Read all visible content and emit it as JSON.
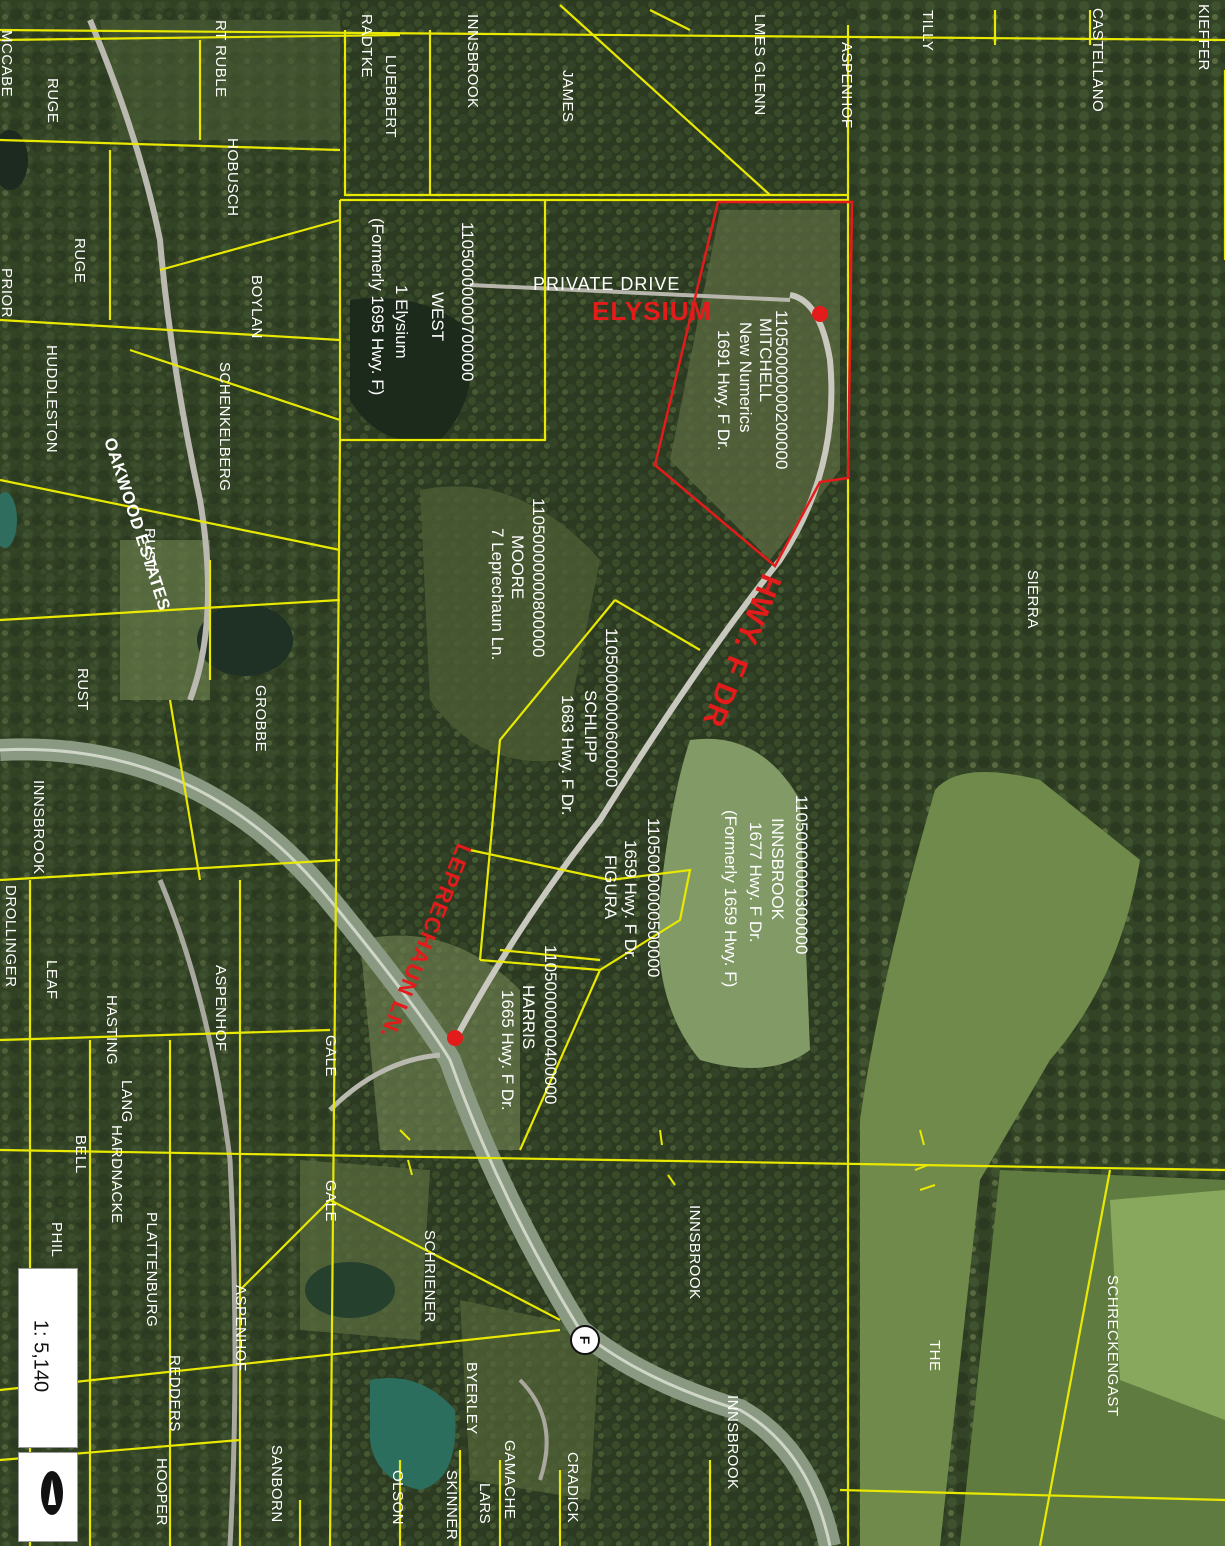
{
  "map": {
    "parcel_labels": {
      "mccabe": "MCCABE",
      "ruge1": "RUGE",
      "ruge2": "RUGE",
      "prior": "PRIOR",
      "huddleston": "HUDDLESTON",
      "oakwood": "OAKWOOD ESTATES",
      "rust1": "RUST",
      "rust2": "RUST",
      "innsbrook_left": "INNSBROOK",
      "drollinger": "DROLLINGER",
      "leaf": "LEAF",
      "hasting": "HASTING",
      "lang": "LANG",
      "hardnacke": "HARDNACKE",
      "bell": "BELL",
      "phil": "PHIL",
      "plattenburg": "PLATTENBURG",
      "redders": "REDDERS",
      "hooper": "HOOPER",
      "ruble": "RT RUBLE",
      "hobusch": "HOBUSCH",
      "boylan": "BOYLAN",
      "schenkelberg": "SCHENKELBERG",
      "grobbe": "GROBBE",
      "aspenhof_left": "ASPENHOF",
      "aspenhof_left2": "ASPENHOF",
      "sanborn": "SANBORN",
      "gale1": "GALE",
      "gale2": "GALE",
      "schriener": "SCHRIENER",
      "olson": "OLSON",
      "skinner": "SKINNER",
      "byerley": "BYERLEY",
      "lars": "LARS",
      "gamache": "GAMACHE",
      "cradick": "CRADICK",
      "radtke": "RADTKE",
      "luebbert": "LUEBBERT",
      "innsbrook_top": "INNSBROOK",
      "james": "JAMES",
      "glenn": "LMES GLENN",
      "aspenhof_top": "ASPENHOF",
      "tilly": "TILLY",
      "castellano": "CASTELLANO",
      "kieffer": "KIEFFER",
      "sierra": "SIERRA",
      "the": "THE",
      "schreckengast": "SCHRECKENGAST",
      "innsbrook_mid": "INNSBROOK",
      "innsbrook_bottom": "INNSBROOK"
    },
    "parcels": {
      "west": {
        "id": "11050000000700000",
        "owner": "WEST",
        "addr1": "1 Elysium",
        "addr2": "(Formerly 1695 Hwy. F)"
      },
      "mitchell": {
        "id": "11050000000200000",
        "owner": "MITCHELL",
        "addr1": "New Numerics",
        "addr2": "1691 Hwy. F Dr."
      },
      "moore": {
        "id": "11050000000800000",
        "owner": "MOORE",
        "addr1": "7 Leprechaun Ln."
      },
      "schlipp": {
        "id": "11050000000600000",
        "owner": "SCHLIPP",
        "addr1": "1683 Hwy. F Dr."
      },
      "figura": {
        "id": "11050000000500000",
        "owner": "FIGURA",
        "addr1": "1659 Hwy. F Dr."
      },
      "innsbrook": {
        "id": "11050000000300000",
        "owner": "INNSBROOK",
        "addr1": "1677 Hwy. F Dr.",
        "addr2": "(Formerly 1659 Hwy. F)"
      },
      "harris": {
        "id": "11050000000400000",
        "owner": "HARRIS",
        "addr1": "1665 Hwy. F Dr."
      }
    },
    "road_labels": {
      "private_drive": "PRIVATE DRIVE",
      "elysium": "ELYSIUM",
      "hwy_f_dr": "HWY. F DR",
      "leprechaun": "LEPRECHAUN LN.",
      "shield": "F"
    },
    "scale": "1: 5,140"
  }
}
